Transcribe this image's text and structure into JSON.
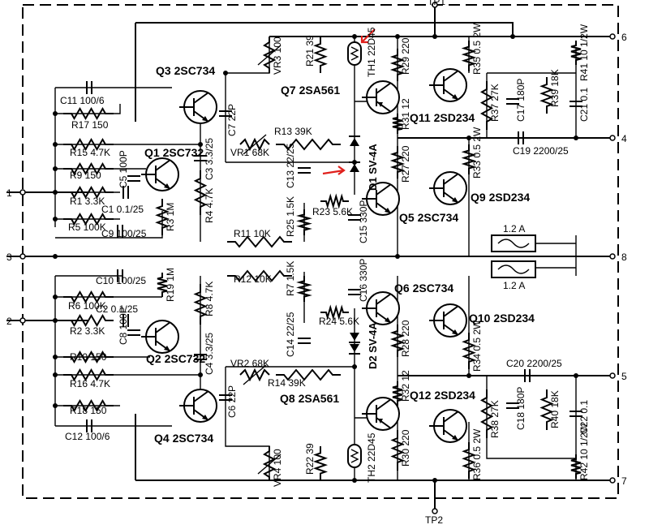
{
  "terminals": {
    "tp1": "TP1",
    "tp2": "TP2",
    "p1": "1",
    "p2": "2",
    "p3": "3",
    "p4": "4",
    "p5": "5",
    "p6": "6",
    "p7": "7",
    "p8": "8"
  },
  "resistors": {
    "r1": "R1 3.3K",
    "r2": "R2 3.3K",
    "r3": "R3 1M",
    "r4": "R4 4.7K",
    "r5": "R5 100K",
    "r6": "R6 100K",
    "r7": "R7 1.5K",
    "r8": "R8 4.7K",
    "r9": "R9 150",
    "r10": "R10 150",
    "r11": "R11 10K",
    "r12": "R12 10K",
    "r13": "R13 39K",
    "r14": "R14 39K",
    "r15": "R15 4.7K",
    "r16": "R16 4.7K",
    "r17": "R17 150",
    "r18": "R18 150",
    "r19": "R19 1M",
    "r21": "R21 39",
    "r22": "R22 39",
    "r23": "R23 5.6K",
    "r24": "R24 5.6K",
    "r25": "R25 1.5K",
    "r27": "R27 220",
    "r28": "R28 220",
    "r29": "R29 220",
    "r30": "R30 220",
    "r31": "R31 12",
    "r32": "R32 12",
    "r33": "R33 0.5 2W",
    "r34": "R34 0.5 2W",
    "r35": "R35 0.5 2W",
    "r36": "R36 0.5 2W",
    "r37": "R37 27K",
    "r38": "R38 27K",
    "r39": "R39 18K",
    "r40": "R40 18K",
    "r41": "R41 10 1/2W",
    "r42": "R42 10 1/2W"
  },
  "capacitors": {
    "c1": "C1 0.1/25",
    "c2": "C2 0.1/25",
    "c3": "C3 3.3/25",
    "c4": "C4 3.3/25",
    "c5": "C5 100P",
    "c6": "C6 22P",
    "c7": "C7 22P",
    "c8": "C8 100P",
    "c9": "C9 100/25",
    "c10": "C10 100/25",
    "c11": "C11 100/6",
    "c12": "C12 100/6",
    "c13": "C13 22/25",
    "c14": "C14 22/25",
    "c15": "C15 330P",
    "c16": "C16 330P",
    "c17": "C17 180P",
    "c18": "C18 180P",
    "c19": "C19 2200/25",
    "c20": "C20 2200/25",
    "c21": "C21 0.1",
    "c22": "C22 0.1"
  },
  "pots": {
    "vr1": "VR1 68K",
    "vr2": "VR2 68K",
    "vr3": "VR3 100",
    "vr4": "VR4 100"
  },
  "thermistors": {
    "th1": "TH1 22D45",
    "th2": "TH2 22D45"
  },
  "diodes": {
    "d1": "D1 SV-4A",
    "d2": "D2 SV-4A"
  },
  "fuses": {
    "f1": "1.2 A",
    "f2": "1.2 A"
  },
  "transistors": {
    "q1": "Q1 2SC732",
    "q2": "Q2 2SC732",
    "q3": "Q3 2SC734",
    "q4": "Q4 2SC734",
    "q5": "Q5 2SC734",
    "q6": "Q6 2SC734",
    "q7": "Q7 2SA561",
    "q8": "Q8 2SA561",
    "q9": "Q9 2SD234",
    "q10": "Q10 2SD234",
    "q11": "Q11 2SD234",
    "q12": "Q12 2SD234"
  },
  "highlight_color": "#e0201c"
}
